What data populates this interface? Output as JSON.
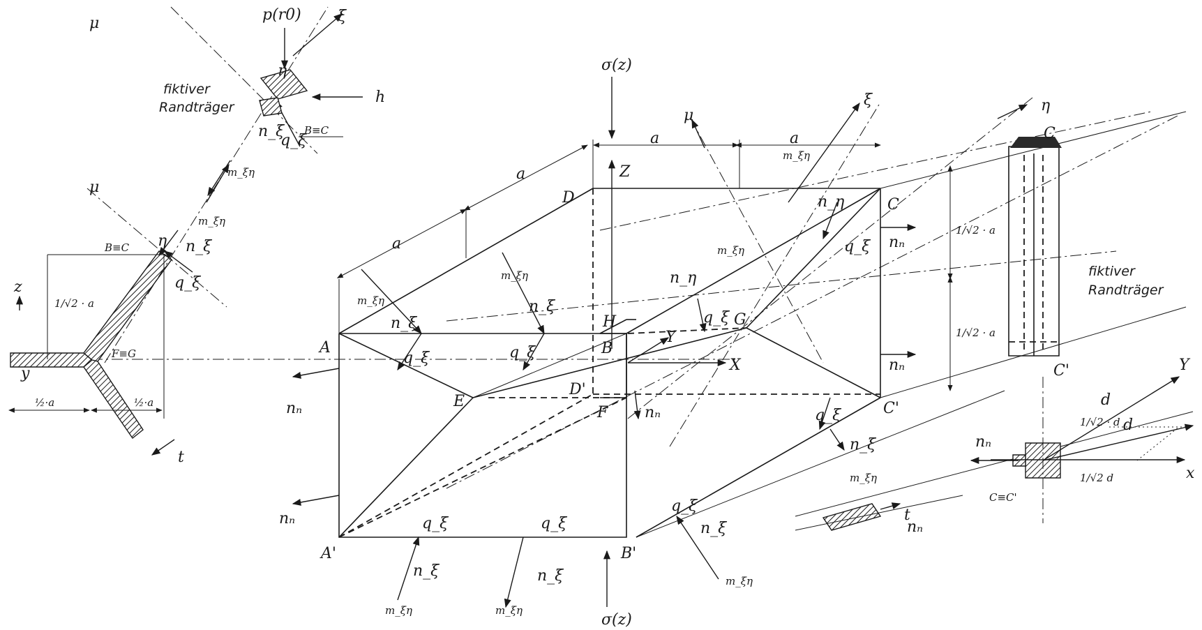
{
  "points": {
    "A": "A",
    "B": "B",
    "C": "C",
    "D": "D",
    "E": "E",
    "F": "F",
    "G": "G",
    "H": "H",
    "A_prime": "A'",
    "B_prime": "B'",
    "C_prime": "C'",
    "D_prime": "D'"
  },
  "axes": {
    "x": "X",
    "y": "Y",
    "z": "Z",
    "x_small": "x",
    "y_small": "y",
    "z_small": "z",
    "eta": "η",
    "xi": "ξ",
    "mu": "μ"
  },
  "dims": {
    "a": "a",
    "half_a": "½·a",
    "inv_sqrt2_a": "1/√2 · a",
    "d": "d",
    "t": "t",
    "d_frac_top": "1/√2 · d",
    "d_frac_bot": "1/√2 d"
  },
  "forces": {
    "sigma_z": "σ(z)",
    "p_r0": "p(r0)",
    "h": "h",
    "n_n": "nₙ",
    "n_xi": "n_ξ",
    "q_xi": "q_ξ",
    "m_xi_eta": "m_ξη",
    "n_eta": "n_η"
  },
  "annotations": {
    "fictive_beam_line1": "fiktiver",
    "fictive_beam_line2": "Randträger",
    "b_eq_c": "B≡C",
    "f_eq_g": "F≡G",
    "c_eq_cprime": "C≡C'"
  }
}
